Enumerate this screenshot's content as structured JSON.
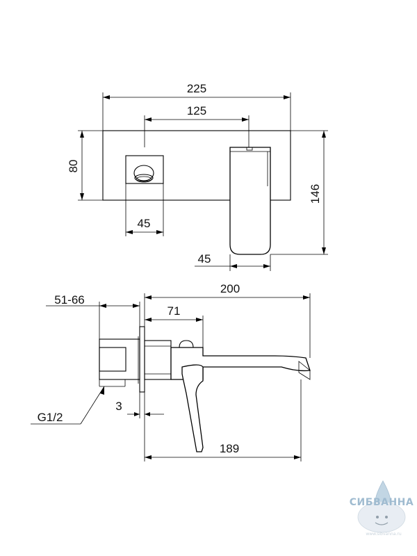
{
  "top_view": {
    "overall_width": "225",
    "center_distance": "125",
    "plate_height": "80",
    "total_height": "146",
    "handle_width": "45",
    "spout_width": "45"
  },
  "side_view": {
    "wall_depth": "51-66",
    "spout_length": "200",
    "body_length": "71",
    "plate_thickness": "3",
    "thread": "G1/2",
    "lever_length": "189"
  },
  "watermark": {
    "brand": "СИБВАННА",
    "url": "www.sibvanna.ru"
  },
  "colors": {
    "line": "#000000",
    "watermark": "#8fb0c8"
  }
}
